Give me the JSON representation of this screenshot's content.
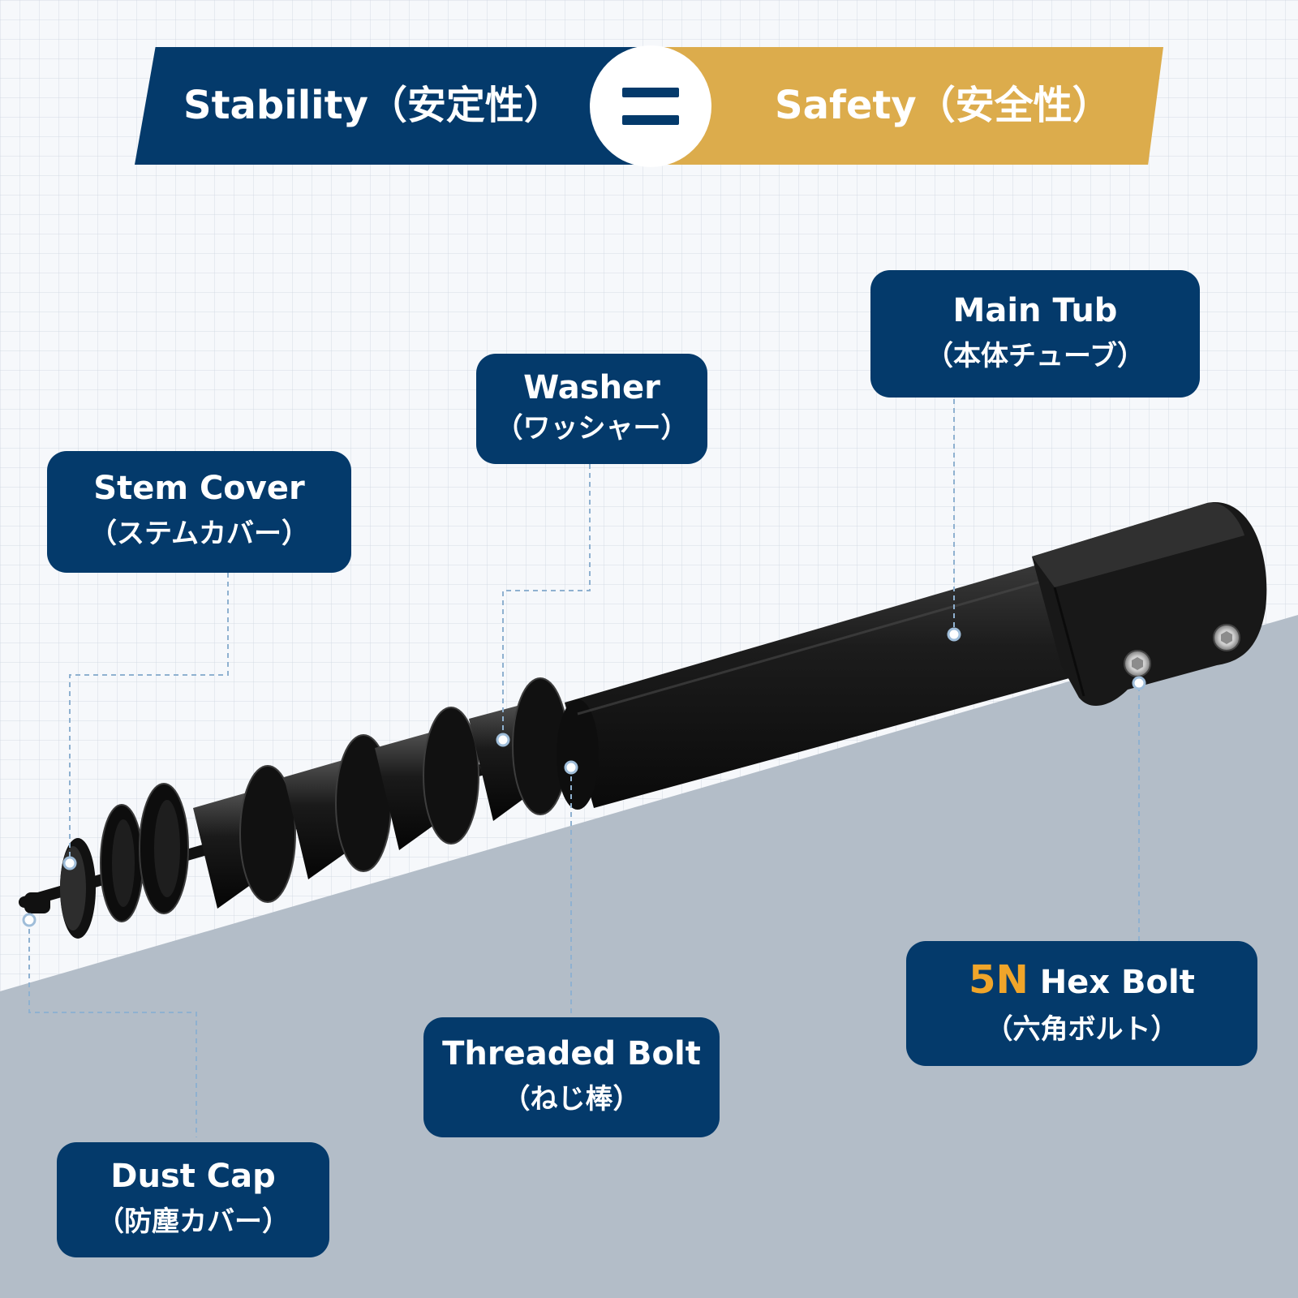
{
  "header": {
    "left_text": "Stability（安定性）",
    "right_text": "Safety（安全性）",
    "left_color": "#043a6b",
    "right_color": "#dcac4c"
  },
  "labels": {
    "main_tube": {
      "en": "Main Tub",
      "jp": "（本体チューブ）"
    },
    "washer": {
      "en": "Washer",
      "jp": "（ワッシャー）"
    },
    "stem_cover": {
      "en": "Stem Cover",
      "jp": "（ステムカバー）"
    },
    "hex_bolt": {
      "accent": "5N",
      "en": "Hex Bolt",
      "jp": "（六角ボルト）"
    },
    "threaded_bolt": {
      "en": "Threaded Bolt",
      "jp": "（ねじ棒）"
    },
    "dust_cap": {
      "en": "Dust Cap",
      "jp": "（防塵カバー）"
    }
  },
  "colors": {
    "label_bg": "#043a6b",
    "accent": "#f0a52a",
    "floor": "#b3bdc8",
    "part": "#141414"
  }
}
